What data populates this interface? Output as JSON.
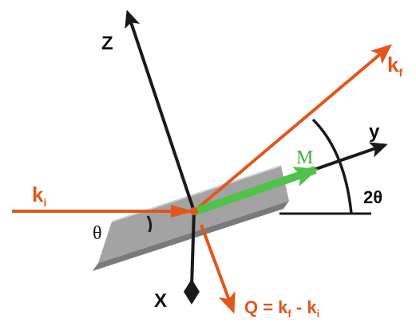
{
  "labels": {
    "z_axis": "Z",
    "y_axis": "y",
    "x_axis": "X",
    "k_incident": "k",
    "k_incident_sub": "i",
    "k_final": "k",
    "k_final_sub": "f",
    "theta": "θ",
    "two_theta": "2θ",
    "magnetization": "M",
    "q_prefix": "Q = k",
    "q_sub_f": "f",
    "q_minus": " - k",
    "q_sub_i": "i"
  },
  "colors": {
    "beam": "#e2561c",
    "axis": "#1a1a1a",
    "sample_top": "#9a9a9a",
    "sample_edge": "#6f6f6f",
    "magnetization": "#4fc24a",
    "text_beam": "#e2561c",
    "text_axis": "#111111",
    "text_m": "#3fae3a"
  }
}
